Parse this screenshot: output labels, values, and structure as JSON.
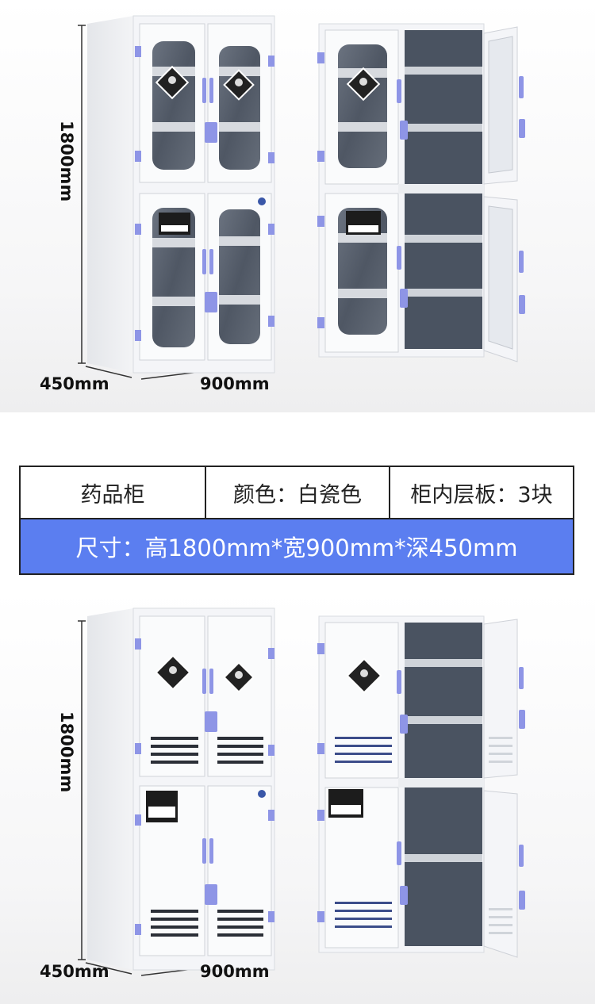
{
  "top_photo": {
    "height_label": "1800mm",
    "depth_label": "450mm",
    "width_label": "900mm",
    "cabinet_style": "glass-door"
  },
  "spec_table": {
    "product_name": "药品柜",
    "color_spec": "颜色：白瓷色",
    "shelves_spec": "柜内层板：3块",
    "size_spec": "尺寸：高1800mm*宽900mm*深450mm",
    "accent_color": "#5b7ef0"
  },
  "bottom_photo": {
    "height_label": "1800mm",
    "depth_label": "450mm",
    "width_label": "900mm",
    "cabinet_style": "solid-door"
  },
  "colors": {
    "cabinet_body": "#f4f5f8",
    "hinge_accent": "#8e95e6",
    "interior": "#4a5361",
    "glass": "#5b6370"
  }
}
